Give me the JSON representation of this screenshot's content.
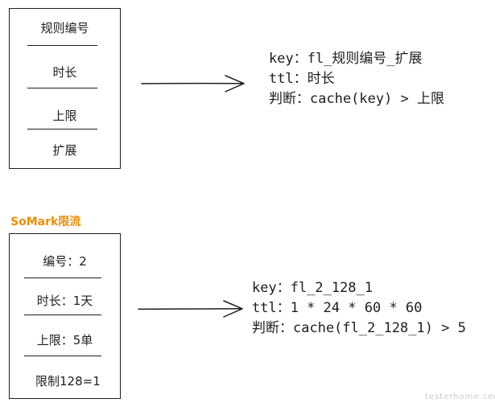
{
  "rule_card": {
    "fields": [
      "规则编号",
      "时长",
      "上限",
      "扩展"
    ]
  },
  "rule_note": {
    "lines": [
      "key：fl_规则编号_扩展",
      "ttl：时长",
      "判断：cache(key) > 上限"
    ]
  },
  "example": {
    "title": "SoMark限流",
    "title_color": "#f08c00",
    "fields": [
      "编号：2",
      "时长：1天",
      "上限：5单",
      "限制128=1"
    ]
  },
  "example_note": {
    "lines": [
      "key：fl_2_128_1",
      "ttl：1 * 24 * 60 * 60",
      "判断：cache(fl_2_128_1) > 5"
    ]
  },
  "watermark": "testerhome.com"
}
